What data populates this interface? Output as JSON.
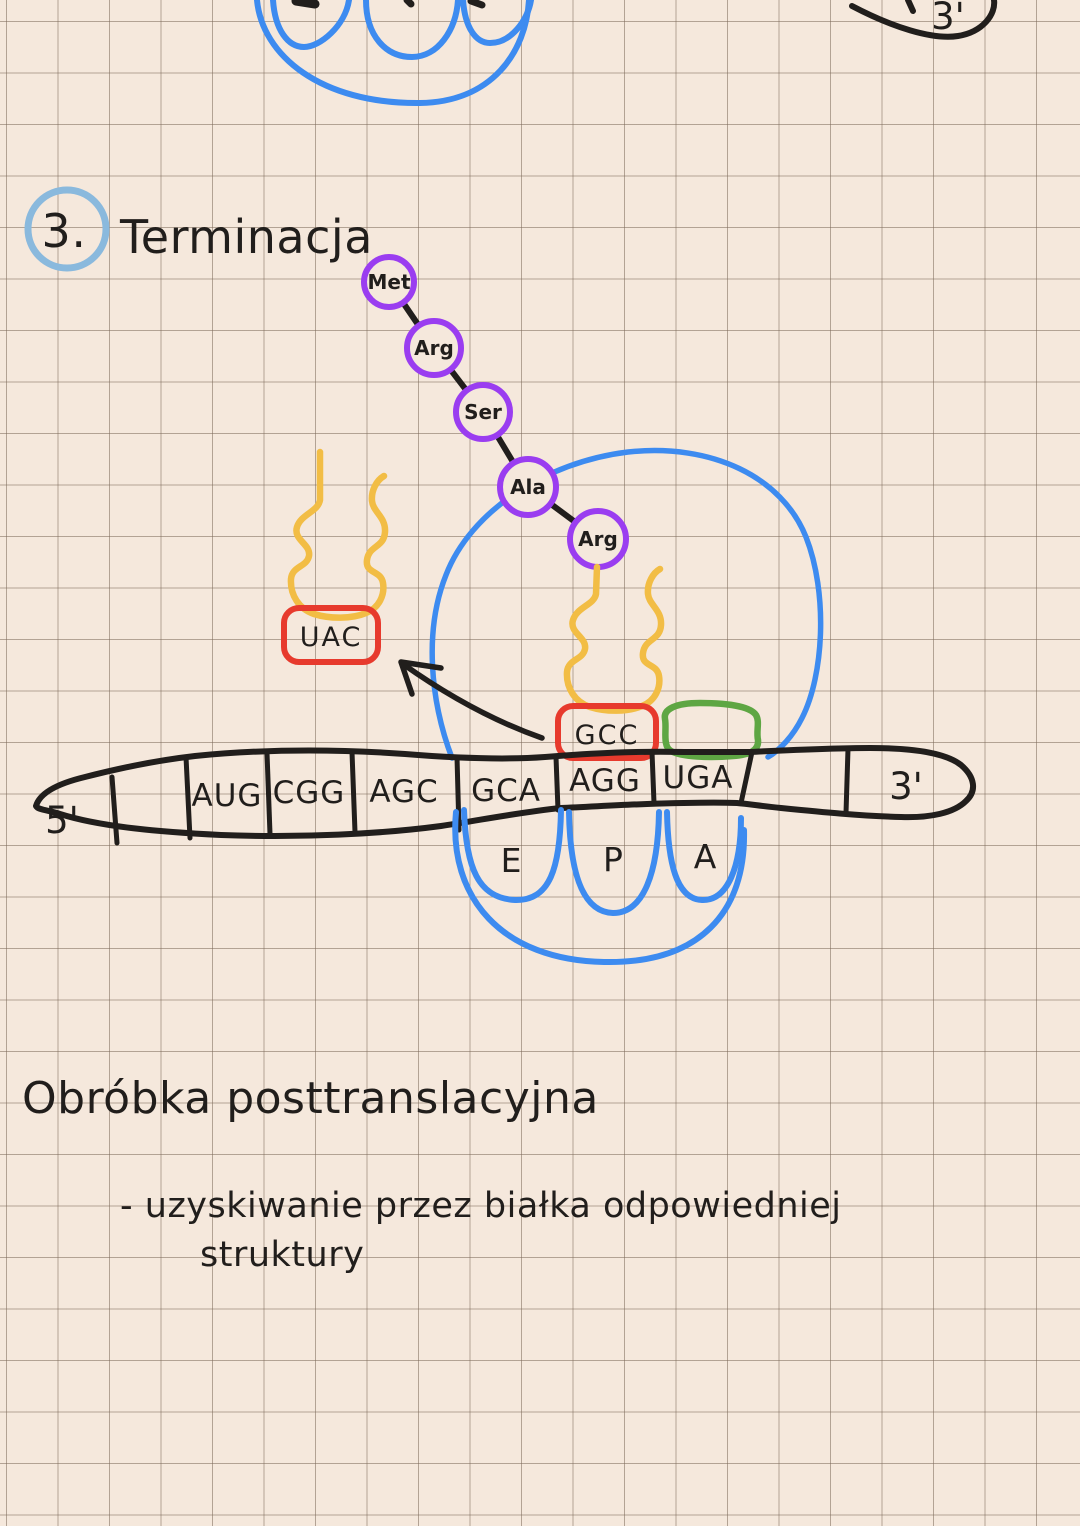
{
  "note": {
    "heading": {
      "number": "3.",
      "title": "Terminacja"
    },
    "previous_diagram": {
      "three_prime_label": "3'"
    },
    "termination_diagram": {
      "polypeptide_chain": [
        "Met",
        "Arg",
        "Ser",
        "Ala",
        "Arg"
      ],
      "released_trna": {
        "anticodon": "UAC"
      },
      "p_site_trna": {
        "anticodon": "GCC"
      },
      "mrna": {
        "five_prime_label": "5'",
        "three_prime_label": "3'",
        "codons": [
          "AUG",
          "CGG",
          "AGC",
          "GCA",
          "AGG",
          "UGA"
        ]
      },
      "ribosome_sites": [
        "E",
        "P",
        "A"
      ]
    },
    "section2": {
      "title": "Obróbka posttranslacyjna",
      "bullet_line1": "- uzyskiwanie przez białka odpowiedniej",
      "bullet_line2": "struktury"
    },
    "colors": {
      "paper": "#f5e8dc",
      "grid_line": "#8c7a6a",
      "ink": "#211e1c",
      "ribosome_blue": "#3d8bf0",
      "heading_circle_blue": "#8ab9dd",
      "amino_acid_purple": "#9a3df0",
      "trna_yellow": "#f2bd45",
      "anticodon_red": "#e73a2d",
      "release_factor_green": "#5ea643"
    }
  }
}
